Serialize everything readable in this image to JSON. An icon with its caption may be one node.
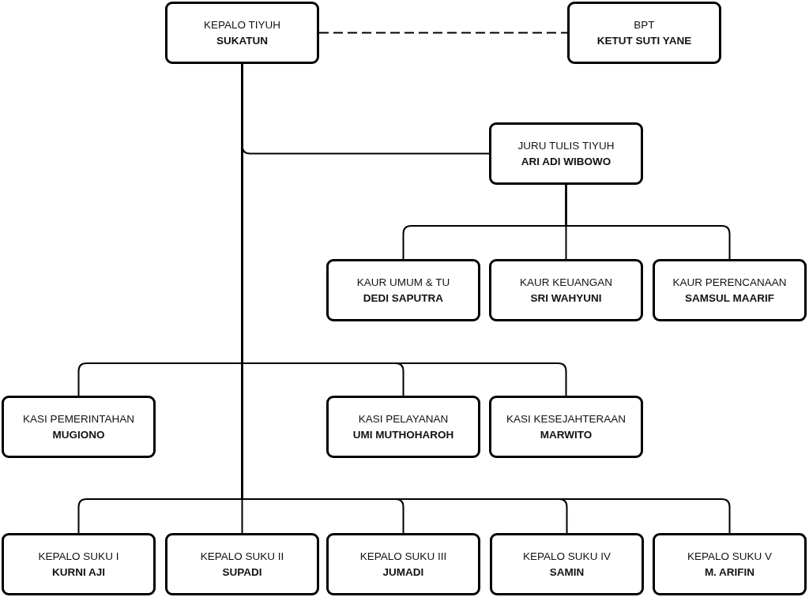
{
  "diagram": {
    "nodes": [
      {
        "text": [
          "KEPALO TIYUH",
          "SUKATUN"
        ]
      },
      {
        "text": [
          "BPT",
          "KETUT SUTI YANE"
        ]
      },
      {
        "text": [
          "JURU TULIS TIYUH",
          "ARI ADI WIBOWO"
        ]
      },
      {
        "text": [
          "KAUR UMUM & TU",
          "DEDI SAPUTRA"
        ]
      },
      {
        "text": [
          "KAUR KEUANGAN",
          "SRI WAHYUNI"
        ]
      },
      {
        "text": [
          "KAUR PERENCANAAN",
          "SAMSUL MAARIF"
        ]
      },
      {
        "text": [
          "KASI PEMERINTAHAN",
          "MUGIONO"
        ]
      },
      {
        "text": [
          "KASI PELAYANAN",
          "UMI MUTHOHAROH"
        ]
      },
      {
        "text": [
          "KASI KESEJAHTERAAN",
          "MARWITO"
        ]
      },
      {
        "text": [
          "KEPALO SUKU I",
          "KURNI AJI"
        ]
      },
      {
        "text": [
          "KEPALO SUKU II",
          "SUPADI"
        ]
      },
      {
        "text": [
          "KEPALO SUKU III",
          "JUMADI"
        ]
      },
      {
        "text": [
          "KEPALO SUKU IV",
          "SAMIN"
        ]
      },
      {
        "text": [
          "KEPALO SUKU V",
          "M. ARIFIN"
        ]
      }
    ],
    "edges": [
      {
        "from": 0,
        "to": 1,
        "arrow": "none",
        "style": "dashed"
      },
      {
        "from": 0,
        "to": 2,
        "arrow": "none"
      },
      {
        "from": 2,
        "to": 3,
        "arrow": "none"
      },
      {
        "from": 2,
        "to": 4,
        "arrow": "none"
      },
      {
        "from": 2,
        "to": 5,
        "arrow": "none"
      },
      {
        "from": 0,
        "to": 6,
        "arrow": "none"
      },
      {
        "from": 0,
        "to": 7,
        "arrow": "none"
      },
      {
        "from": 0,
        "to": 8,
        "arrow": "none"
      },
      {
        "from": 0,
        "to": 9,
        "arrow": "none"
      },
      {
        "from": 0,
        "to": 10,
        "arrow": "none"
      },
      {
        "from": 0,
        "to": 11,
        "arrow": "none"
      },
      {
        "from": 0,
        "to": 12,
        "arrow": "none"
      },
      {
        "from": 0,
        "to": 13,
        "arrow": "none"
      }
    ]
  }
}
